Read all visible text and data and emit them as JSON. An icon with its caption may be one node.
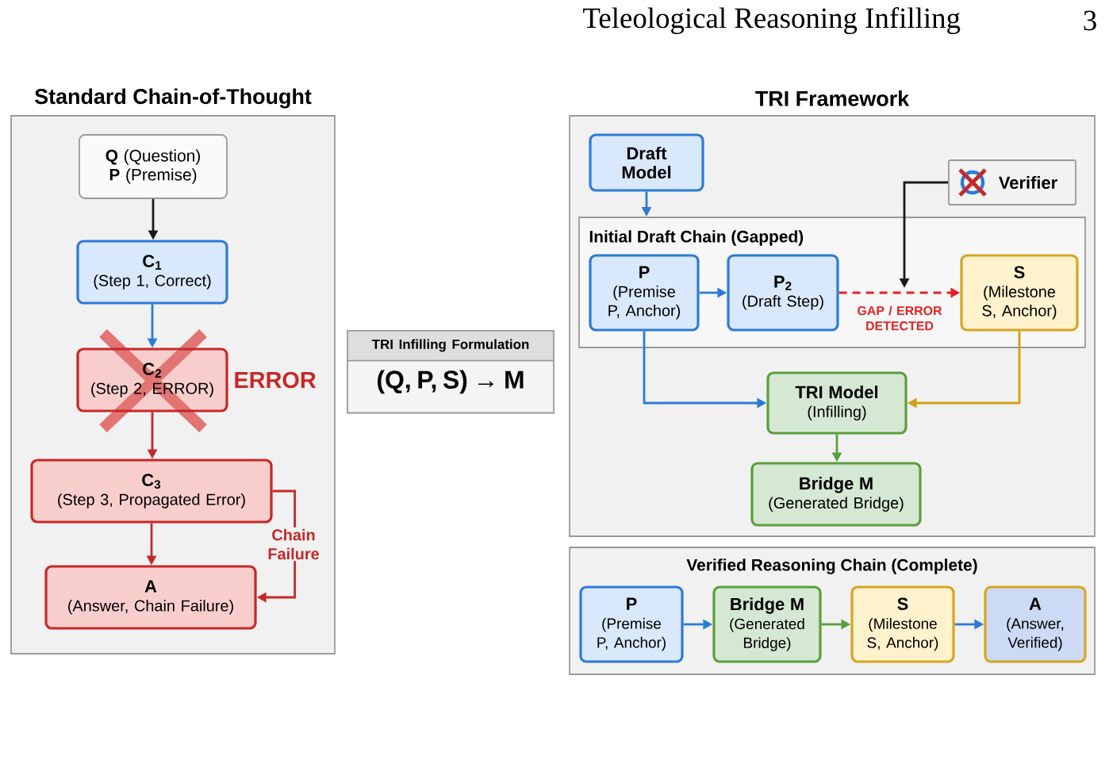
{
  "diagram": {
    "nodes": [
      {
        "text": [
          "Standard Chain-of-Thought"
        ]
      },
      {
        "text": [
          "**Q** (Question)",
          "**P** (Premise)"
        ],
        "in": 0
      },
      {
        "text": [
          "C$_{1}$",
          "(Step 1, Correct)"
        ],
        "in": 0
      },
      {
        "text": [
          "C$_{2}$",
          "(Step 2, ERROR)"
        ],
        "beside": [
          "ERROR"
        ],
        "in": 0
      },
      {
        "text": [
          "C$_{3}$",
          "(Step 3, Propagated Error)"
        ],
        "in": 0
      },
      {
        "text": [
          "A",
          "(Answer, Chain Failure)"
        ],
        "in": 0
      },
      {
        "text": [
          "TRI Infilling Formulation",
          "(Q, P, S) → M"
        ]
      },
      {
        "text": [
          "TRI Framework"
        ]
      },
      {
        "text": [
          "Draft Model"
        ],
        "in": 7
      },
      {
        "text": [
          "Verifier"
        ],
        "in": 7
      },
      {
        "text": [
          "Initial Draft Chain (Gapped)"
        ],
        "in": 7
      },
      {
        "text": [
          "P",
          "(Premise P, Anchor)"
        ],
        "in": 10
      },
      {
        "text": [
          "P$_{2}$",
          "(Draft Step)"
        ],
        "in": 10
      },
      {
        "text": [
          "S",
          "(Milestone S, Anchor)"
        ],
        "in": 10
      },
      {
        "text": [
          "TRI Model",
          "(Infilling)"
        ],
        "in": 7
      },
      {
        "text": [
          "Bridge M",
          "(Generated Bridge)"
        ],
        "in": 7
      },
      {
        "text": [
          "Verified Reasoning Chain (Complete)"
        ]
      },
      {
        "text": [
          "P",
          "(Premise P, Anchor)"
        ],
        "in": 16
      },
      {
        "text": [
          "Bridge M",
          "(Generated Bridge)"
        ],
        "in": 16
      },
      {
        "text": [
          "S",
          "(Milestone S, Anchor)"
        ],
        "in": 16
      },
      {
        "text": [
          "A",
          "(Answer, Verified)"
        ],
        "in": 16
      }
    ],
    "edges": [
      {
        "from": 1,
        "to": 2,
        "arrow": "to",
        "color": "#1a1a1a"
      },
      {
        "from": 2,
        "to": 3,
        "arrow": "to"
      },
      {
        "from": 3,
        "to": 4,
        "arrow": "to",
        "color": "#c62828"
      },
      {
        "from": 4,
        "to": 5,
        "arrow": "to",
        "color": "#c62828"
      },
      {
        "from": 4,
        "to": 5,
        "arrow": "to",
        "color": "#c62828",
        "label": "Chain Failure"
      },
      {
        "from": 8,
        "to": 10,
        "arrow": "to"
      },
      {
        "from": 9,
        "to": null,
        "arrow": "to",
        "color": "#1a1a1a"
      },
      {
        "from": 11,
        "to": 12,
        "arrow": "to"
      },
      {
        "from": 12,
        "to": 13,
        "arrow": "to",
        "style": "dashed",
        "color": "#e02424",
        "label": "GAP / ERROR DETECTED"
      },
      {
        "from": 11,
        "to": 14,
        "arrow": "to"
      },
      {
        "from": 13,
        "to": 14,
        "arrow": "to",
        "color": "#d4a017"
      },
      {
        "from": 14,
        "to": 15,
        "arrow": "to",
        "color": "#5c9e3c"
      },
      {
        "from": 17,
        "to": 18,
        "arrow": "to"
      },
      {
        "from": 18,
        "to": 19,
        "arrow": "to",
        "color": "#5c9e3c"
      },
      {
        "from": 19,
        "to": 20,
        "arrow": "to"
      }
    ],
    "labels": [
      "Teleological Reasoning Infilling",
      "3"
    ]
  }
}
